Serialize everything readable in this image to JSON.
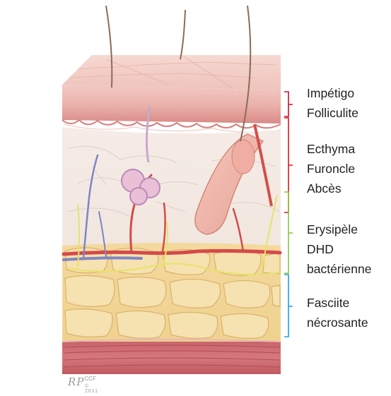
{
  "layers": [
    {
      "id": "epidermis",
      "infections": [
        "Impétigo",
        "Folliculite"
      ],
      "bracket_color": "#c8102e"
    },
    {
      "id": "dermis",
      "infections": [
        "Ecthyma",
        "Furoncle",
        "Abcès"
      ],
      "bracket_color": "#e0161b"
    },
    {
      "id": "hypodermis",
      "infections": [
        "Erysipèle",
        "DHD",
        "bactérienne"
      ],
      "bracket_color": "#8cc63f"
    },
    {
      "id": "fascia",
      "infections": [
        "Fasciite",
        "nécrosante"
      ],
      "bracket_color": "#1fa0dc"
    }
  ],
  "signature": {
    "initials": "RP",
    "org": "CCF",
    "year": "© 2011"
  }
}
